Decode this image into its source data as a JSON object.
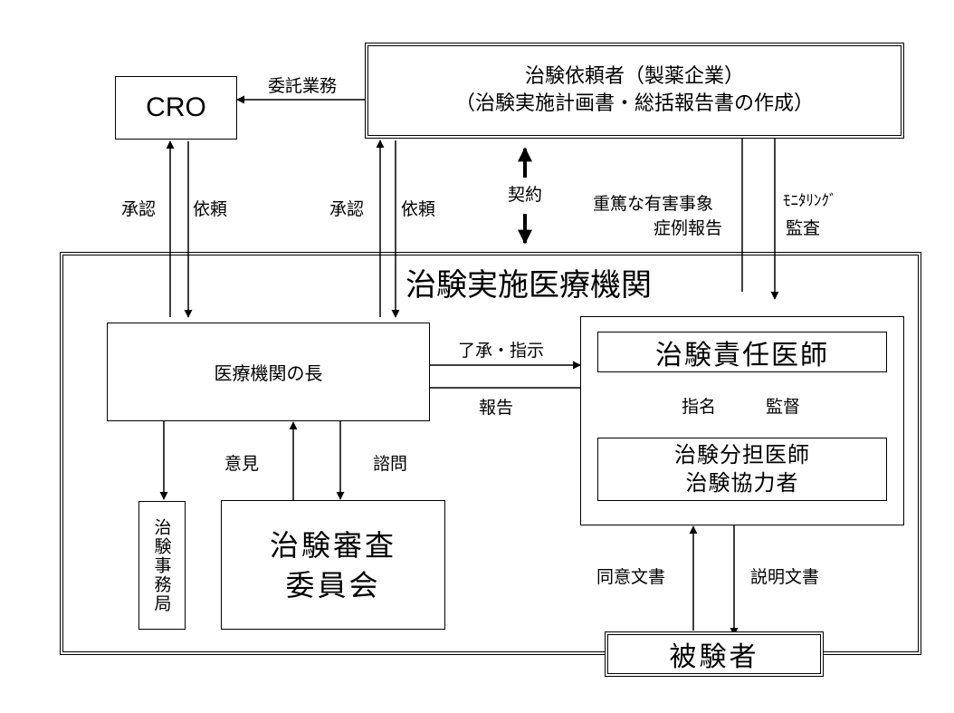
{
  "sponsor": {
    "line1": "治験依頼者（製薬企業）",
    "line2": "（治験実施計画書・総括報告書の作成）"
  },
  "cro": {
    "label": "CRO"
  },
  "institution": {
    "title": "治験実施医療機関"
  },
  "head": {
    "label": "医療機関の長"
  },
  "office": {
    "label": "治験事務局"
  },
  "irb": {
    "line1": "治験審査",
    "line2": "委員会"
  },
  "investigator": {
    "label": "治験責任医師"
  },
  "subinvestigator": {
    "line1": "治験分担医師",
    "line2": "治験協力者"
  },
  "subject": {
    "label": "被験者"
  },
  "arrows": {
    "outsourcing": "委託業務",
    "cro_approval": "承認",
    "cro_request": "依頼",
    "sponsor_approval": "承認",
    "sponsor_request": "依頼",
    "contract": "契約",
    "sae_line1": "重篤な有害事象",
    "sae_line2": "症例報告",
    "monitoring_line1": "ﾓﾆﾀﾘﾝｸﾞ",
    "monitoring_line2": "監査",
    "acknowledge": "了承・指示",
    "report": "報告",
    "appoint": "指名",
    "supervise": "監督",
    "opinion": "意見",
    "consult": "諮問",
    "consent": "同意文書",
    "explanation": "説明文書"
  }
}
